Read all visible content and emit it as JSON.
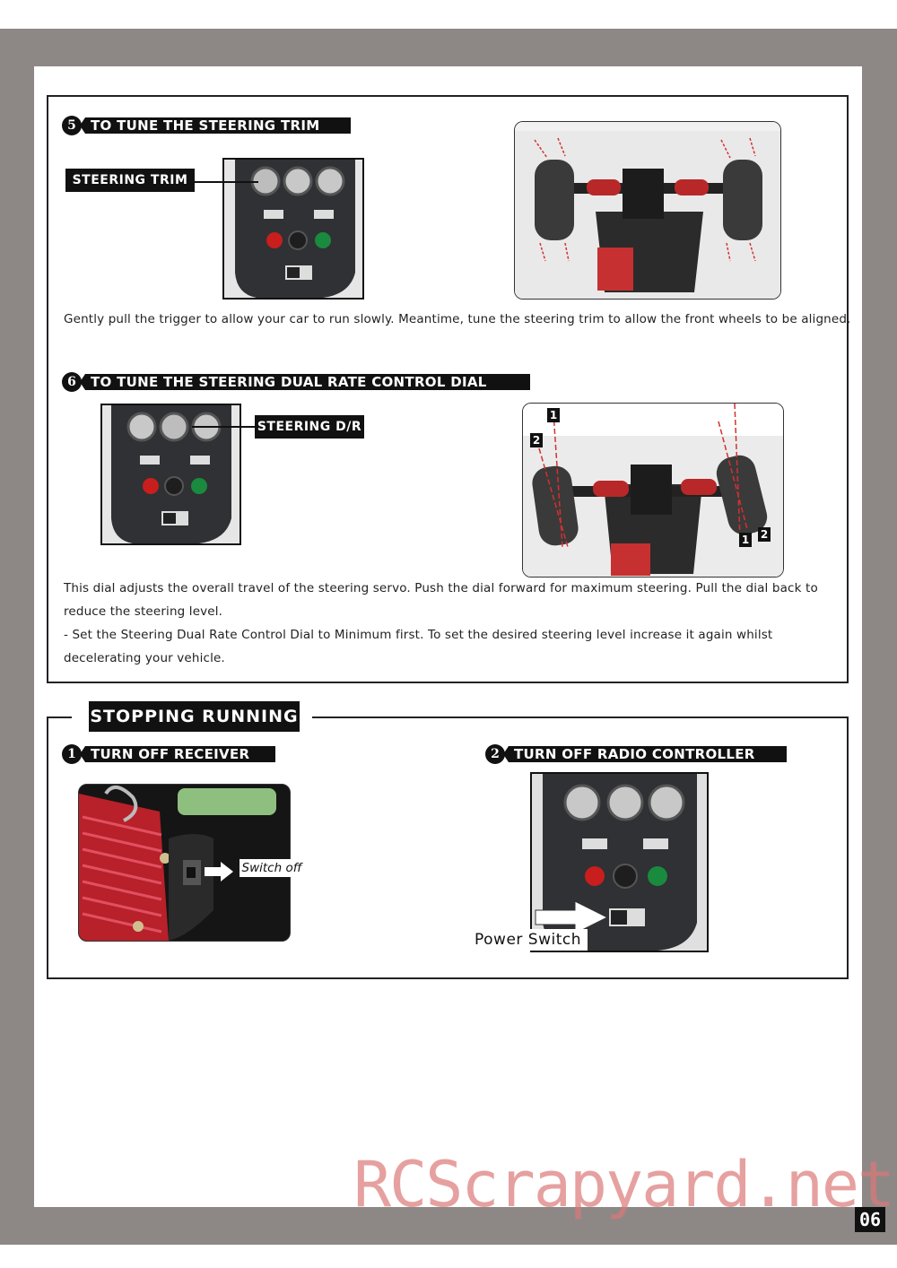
{
  "section1": {
    "step5": {
      "number": "5",
      "title": "TO TUNE THE STEERING TRIM",
      "callout": "STEERING TRIM",
      "text": "Gently pull the trigger to allow your car to run slowly. Meantime, tune the steering  trim to allow the front wheels to be aligned."
    },
    "step6": {
      "number": "6",
      "title": "TO TUNE THE STEERING DUAL RATE CONTROL DIAL",
      "callout": "STEERING D/R",
      "markers": [
        "1",
        "2",
        "1",
        "2"
      ],
      "text_lines": [
        "This dial adjusts the overall travel of the steering servo. Push the dial forward for maximum steering. Pull the dial back to",
        "reduce the steering level.",
        "- Set the Steering Dual Rate Control Dial to Minimum first. To set the desired steering level increase it again whilst",
        "decelerating your vehicle."
      ]
    }
  },
  "section2": {
    "title": "STOPPING RUNNING",
    "step1": {
      "number": "1",
      "title": "TURN OFF RECEIVER",
      "callout": "Switch off"
    },
    "step2": {
      "number": "2",
      "title": "TURN OFF RADIO CONTROLLER",
      "callout": "Power Switch"
    }
  },
  "watermark": "RCScrapyard.net",
  "page_number": "06"
}
